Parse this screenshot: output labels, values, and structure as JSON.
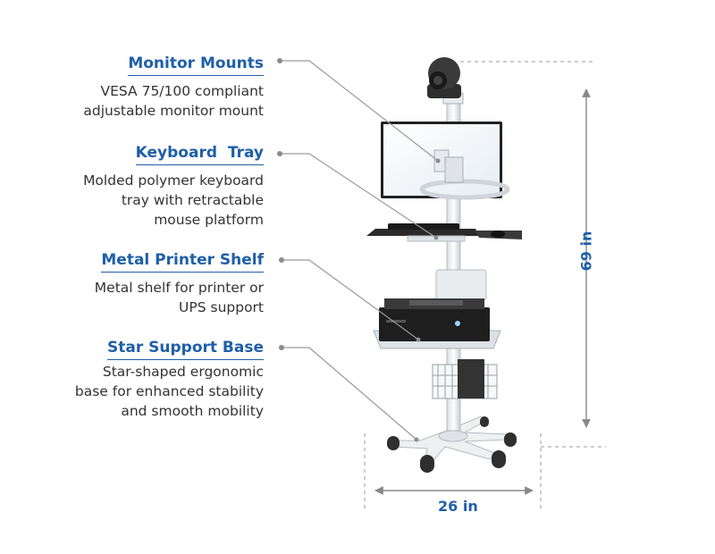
{
  "features": [
    {
      "title": "Monitor Mounts",
      "description": [
        "VESA 75/100 compliant",
        "adjustable monitor mount"
      ]
    },
    {
      "title": "Keyboard  Tray",
      "description": [
        "Molded polymer keyboard",
        "tray with retractable",
        "mouse platform"
      ]
    },
    {
      "title": "Metal Printer Shelf",
      "description": [
        "Metal shelf for printer or",
        "UPS support"
      ]
    },
    {
      "title": "Star Support Base",
      "description": [
        "Star-shaped ergonomic",
        "base for enhanced stability",
        "and smooth mobility"
      ]
    }
  ],
  "dimensions": {
    "height": "69 in",
    "width": "26 in"
  },
  "colors": {
    "accent": "#1f5fa8",
    "text": "#333333",
    "leader": "#999999"
  }
}
